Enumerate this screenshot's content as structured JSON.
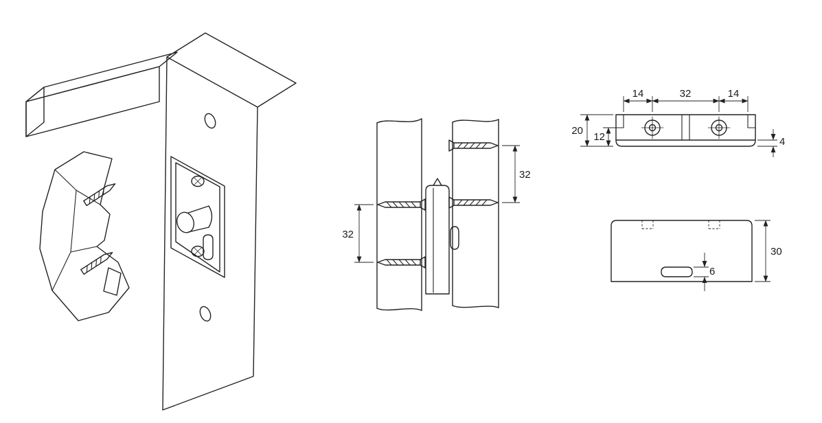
{
  "drawing": {
    "background": "#ffffff",
    "line_color": "#222222",
    "subject": "cabinet panel connector fitting - assembly and dimensioned views",
    "views": {
      "assembly_isometric": {
        "description": "panel with mounting plate, connector block and two screws"
      },
      "screw_spacing": {
        "left_spacing": "32",
        "right_spacing": "32"
      },
      "connector_top": {
        "offset_left": "14",
        "hole_spacing": "32",
        "offset_right": "14",
        "depth_total": "20",
        "depth_inner": "12",
        "lip_thickness": "4"
      },
      "connector_front": {
        "height": "30",
        "slot_height": "6"
      }
    }
  }
}
